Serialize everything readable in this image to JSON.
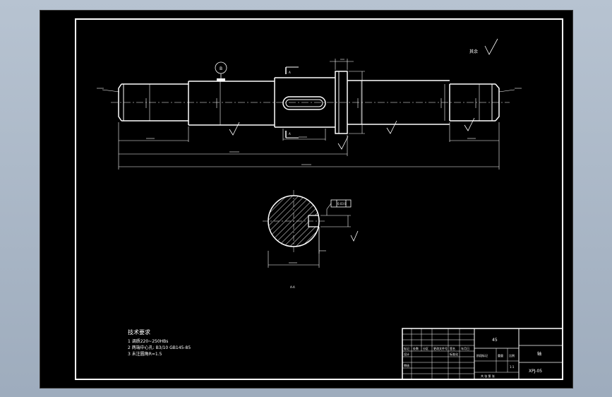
{
  "drawing": {
    "surface_note": {
      "text": "其余"
    },
    "tolerance_frame": {
      "text": "0.03 B"
    },
    "datum_label": {
      "text": "B"
    },
    "section_label": {
      "text": "A-A"
    },
    "section_cut_letter": {
      "text": "A"
    },
    "notes": {
      "title": "技术要求",
      "lines": [
        "1  调质220~250HBs",
        "2  两端中心孔: B3/10 GB145-85",
        "3  未注圆角R=1.5"
      ]
    },
    "title_block": {
      "part_name": "轴",
      "material": "45",
      "drawing_no": "XPJ-05",
      "scale": "1:1",
      "cells": {
        "mark": "标记",
        "count": "处数",
        "zone": "分区",
        "change_doc": "更改文件号",
        "signature": "签名",
        "date": "年月日",
        "designer": "设计",
        "standardize": "标准化",
        "review": "审核",
        "stage_mark": "阶段标记",
        "weight": "重量",
        "scale_label": "比例",
        "sheet_total": "共 张 第 张"
      }
    }
  },
  "colors": {
    "background": "#000000",
    "lines": "#ffffff",
    "desktop": "#a9b6c6"
  }
}
